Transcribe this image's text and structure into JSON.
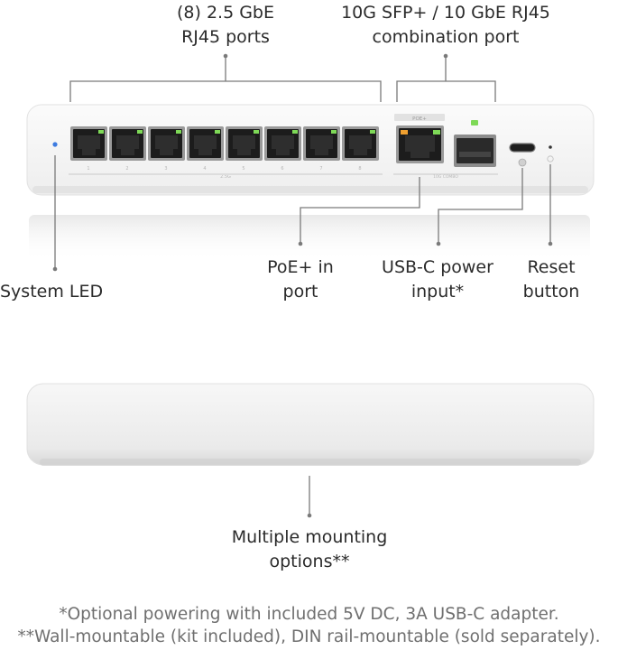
{
  "callouts": {
    "rj45_ports": [
      "(8) 2.5 GbE",
      "RJ45 ports"
    ],
    "combo_port": [
      "10G SFP+ / 10 GbE RJ45",
      "combination port"
    ],
    "system_led": "System LED",
    "poe_in": [
      "PoE+ in",
      "port"
    ],
    "usbc_power": [
      "USB-C power",
      "input*"
    ],
    "reset": [
      "Reset",
      "button"
    ],
    "mounting": [
      "Multiple mounting",
      "options**"
    ]
  },
  "footnotes": [
    "*Optional powering with included 5V DC, 3A USB-C adapter.",
    "**Wall-mountable (kit included), DIN rail-mountable (sold separately)."
  ],
  "device_markings": {
    "port_numbers": [
      "1",
      "2",
      "3",
      "4",
      "5",
      "6",
      "7",
      "8"
    ],
    "poe_badge": "POE+",
    "rj45_group_label": "2.5G",
    "combo_group_label": "10G COMBO"
  },
  "colors": {
    "port_led_green": "#7ed957",
    "port_led_orange": "#f0a030",
    "system_led_blue": "#3d7be0",
    "callout_line": "#7a7a7a"
  }
}
